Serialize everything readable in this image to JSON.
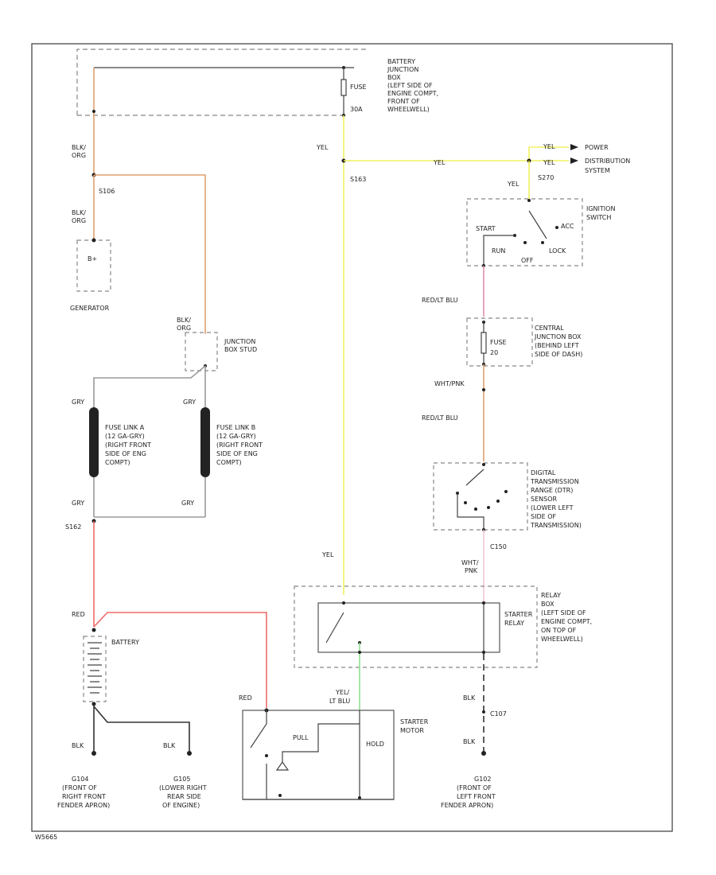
{
  "colors": {
    "yel": "#f0f060",
    "red": "#f06a6a",
    "orange": "#e0a070",
    "pink": "#e090b0",
    "grey": "#9a9a9a",
    "black": "#333333",
    "green": "#90e090",
    "dashed": "#888888"
  },
  "labels": {
    "battery_junction_box": [
      "BATTERY",
      "JUNCTION",
      "BOX",
      "(LEFT SIDE OF",
      "ENGINE COMPT,",
      "FRONT OF",
      "WHEELWELL)"
    ],
    "fuse_top": "FUSE",
    "fuse_top_amp": "30A",
    "blk_org_1": [
      "BLK/",
      "ORG"
    ],
    "s106": "S106",
    "blk_org_2": [
      "BLK/",
      "ORG"
    ],
    "b_plus": "B+",
    "generator": "GENERATOR",
    "blk_org_3": [
      "BLK/",
      "ORG"
    ],
    "junction_box_stud": [
      "JUNCTION",
      "BOX STUD"
    ],
    "gry_a_top": "GRY",
    "gry_b_top": "GRY",
    "fuse_link_a": [
      "FUSE LINK A",
      "(12 GA-GRY)",
      "(RIGHT FRONT",
      "SIDE OF ENG",
      "COMPT)"
    ],
    "fuse_link_b": [
      "FUSE LINK B",
      "(12 GA-GRY)",
      "(RIGHT FRONT",
      "SIDE OF ENG",
      "COMPT)"
    ],
    "gry_a_bot": "GRY",
    "gry_b_bot": "GRY",
    "s162": "S162",
    "red_1": "RED",
    "battery": "BATTERY",
    "blk_1": "BLK",
    "blk_2": "BLK",
    "g104": [
      "G104",
      "(FRONT OF",
      "RIGHT FRONT",
      "FENDER APRON)"
    ],
    "g105": [
      "G105",
      "(LOWER RIGHT",
      "REAR SIDE",
      "OF ENGINE)"
    ],
    "yel_1": "YEL",
    "s163": "S163",
    "yel_2": "YEL",
    "yel_3": "YEL",
    "yel_4": "YEL",
    "power_distribution": [
      "POWER",
      "DISTRIBUTION",
      "SYSTEM"
    ],
    "s270": "S270",
    "yel_5": "YEL",
    "ignition_switch": [
      "IGNITION",
      "SWITCH"
    ],
    "ign_start": "START",
    "ign_acc": "ACC",
    "ign_run": "RUN",
    "ign_lock": "LOCK",
    "ign_off": "OFF",
    "red_lt_blu_1": "RED/LT BLU",
    "central_junction_box": [
      "CENTRAL",
      "JUNCTION BOX",
      "(BEHIND LEFT",
      "SIDE OF DASH)"
    ],
    "fuse_mid": "FUSE",
    "fuse_mid_amp": "20",
    "wht_pnk": "WHT/PNK",
    "red_lt_blu_2": "RED/LT BLU",
    "digital_tr": [
      "DIGITAL",
      "TRANSMISSION",
      "RANGE (DTR)",
      "SENSOR",
      "(LOWER LEFT",
      "SIDE OF",
      "TRANSMISSION)"
    ],
    "c150": "C150",
    "wht_pnk_2": [
      "WHT/",
      "PNK"
    ],
    "yel_6": "YEL",
    "relay_box": [
      "RELAY",
      "BOX",
      "(LEFT SIDE OF",
      "ENGINE COMPT,",
      "ON TOP OF",
      "WHEELWELL)"
    ],
    "starter_relay": [
      "STARTER",
      "RELAY"
    ],
    "blk_3": "BLK",
    "c107": "C107",
    "blk_4": "BLK",
    "yel_lt_blu": [
      "YEL/",
      "LT BLU"
    ],
    "red_2": "RED",
    "starter_motor": [
      "STARTER",
      "MOTOR"
    ],
    "pull": "PULL",
    "hold": "HOLD",
    "g102": [
      "G102",
      "(FRONT OF",
      "LEFT FRONT",
      "FENDER APRON)"
    ],
    "figure_id": "W5665"
  }
}
